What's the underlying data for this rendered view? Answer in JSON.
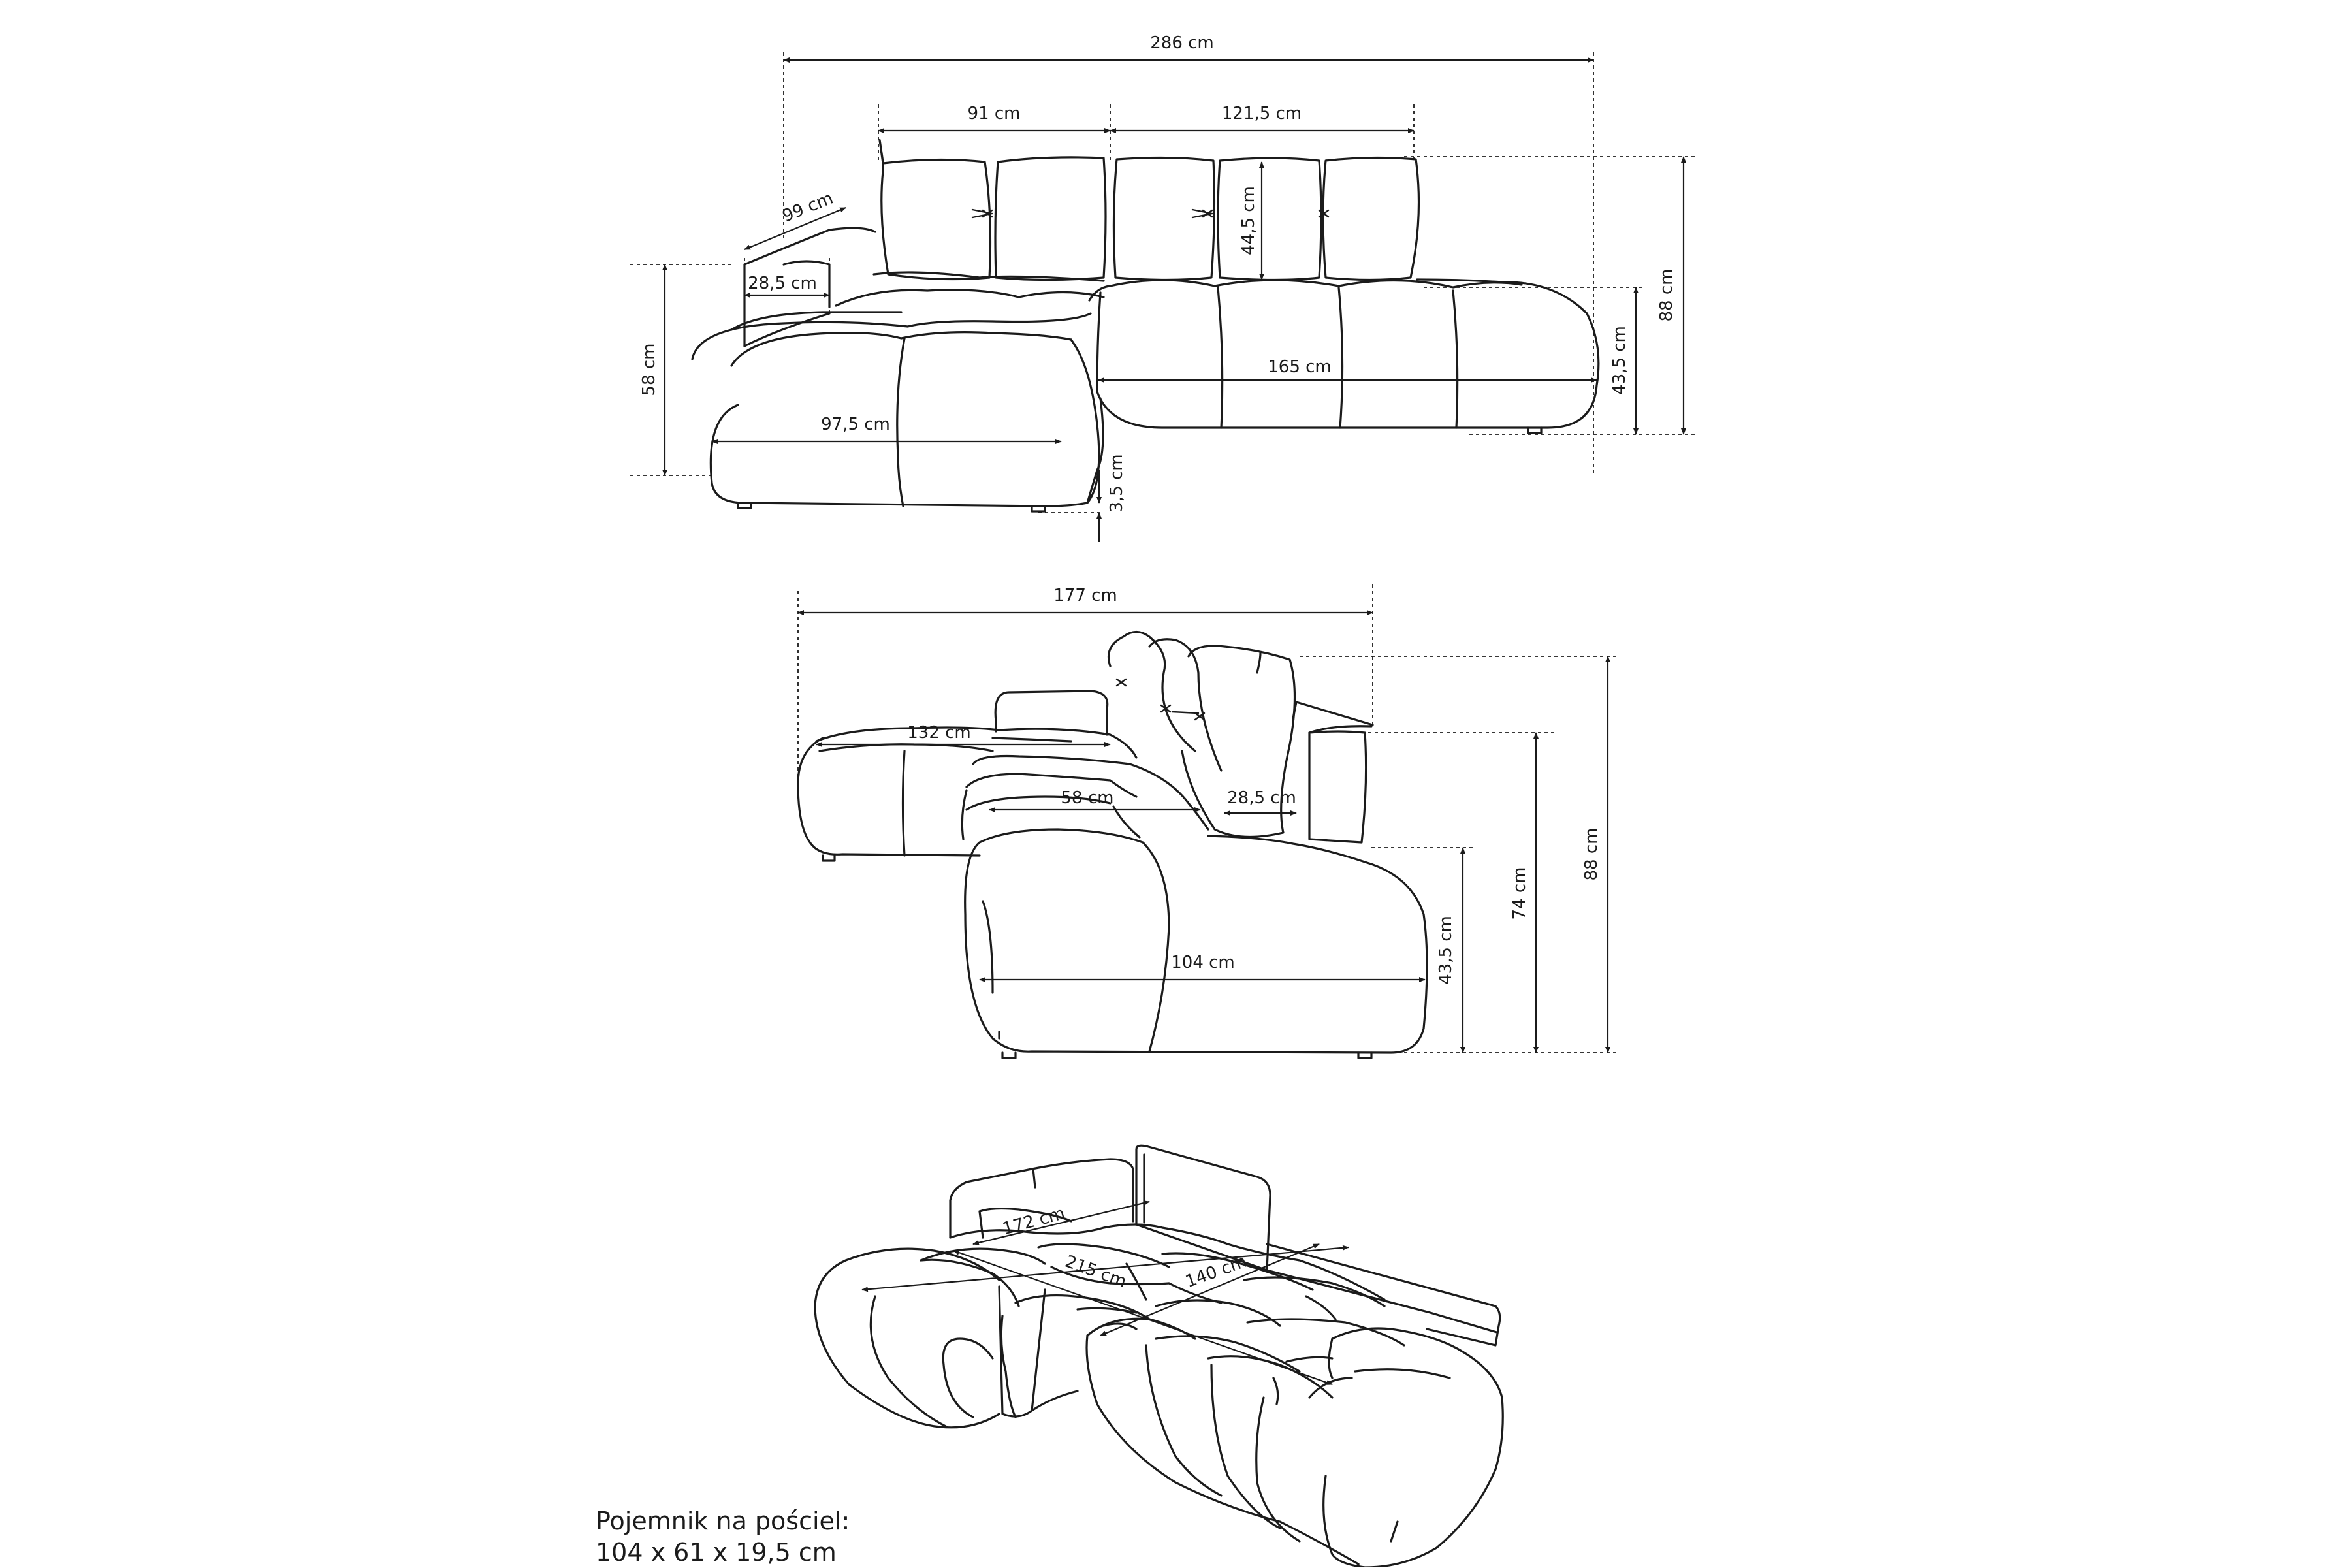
{
  "dimensions": {
    "top_view": {
      "total_width": "286 cm",
      "back_left": "91 cm",
      "back_right": "121,5 cm",
      "cushion_height": "44,5 cm",
      "armrest_depth": "99 cm",
      "armrest_width": "28,5 cm",
      "chaise_height": "58 cm",
      "seat_length": "165 cm",
      "chaise_width": "97,5 cm",
      "leg_height": "3,5 cm",
      "seat_height": "43,5 cm",
      "total_height": "88 cm"
    },
    "side_view": {
      "total_depth": "177 cm",
      "chaise_depth": "132 cm",
      "seat_depth": "58 cm",
      "armrest_width": "28,5 cm",
      "module_depth": "104 cm",
      "seat_height": "43,5 cm",
      "arm_height": "74 cm",
      "total_height": "88 cm"
    },
    "bed_view": {
      "width_upper": "172 cm",
      "length": "215 cm",
      "width_lower": "140 cm"
    }
  },
  "footnote": {
    "line1": "Pojemnik na pościel:",
    "line2": "104 x 61 x 19,5 cm"
  }
}
